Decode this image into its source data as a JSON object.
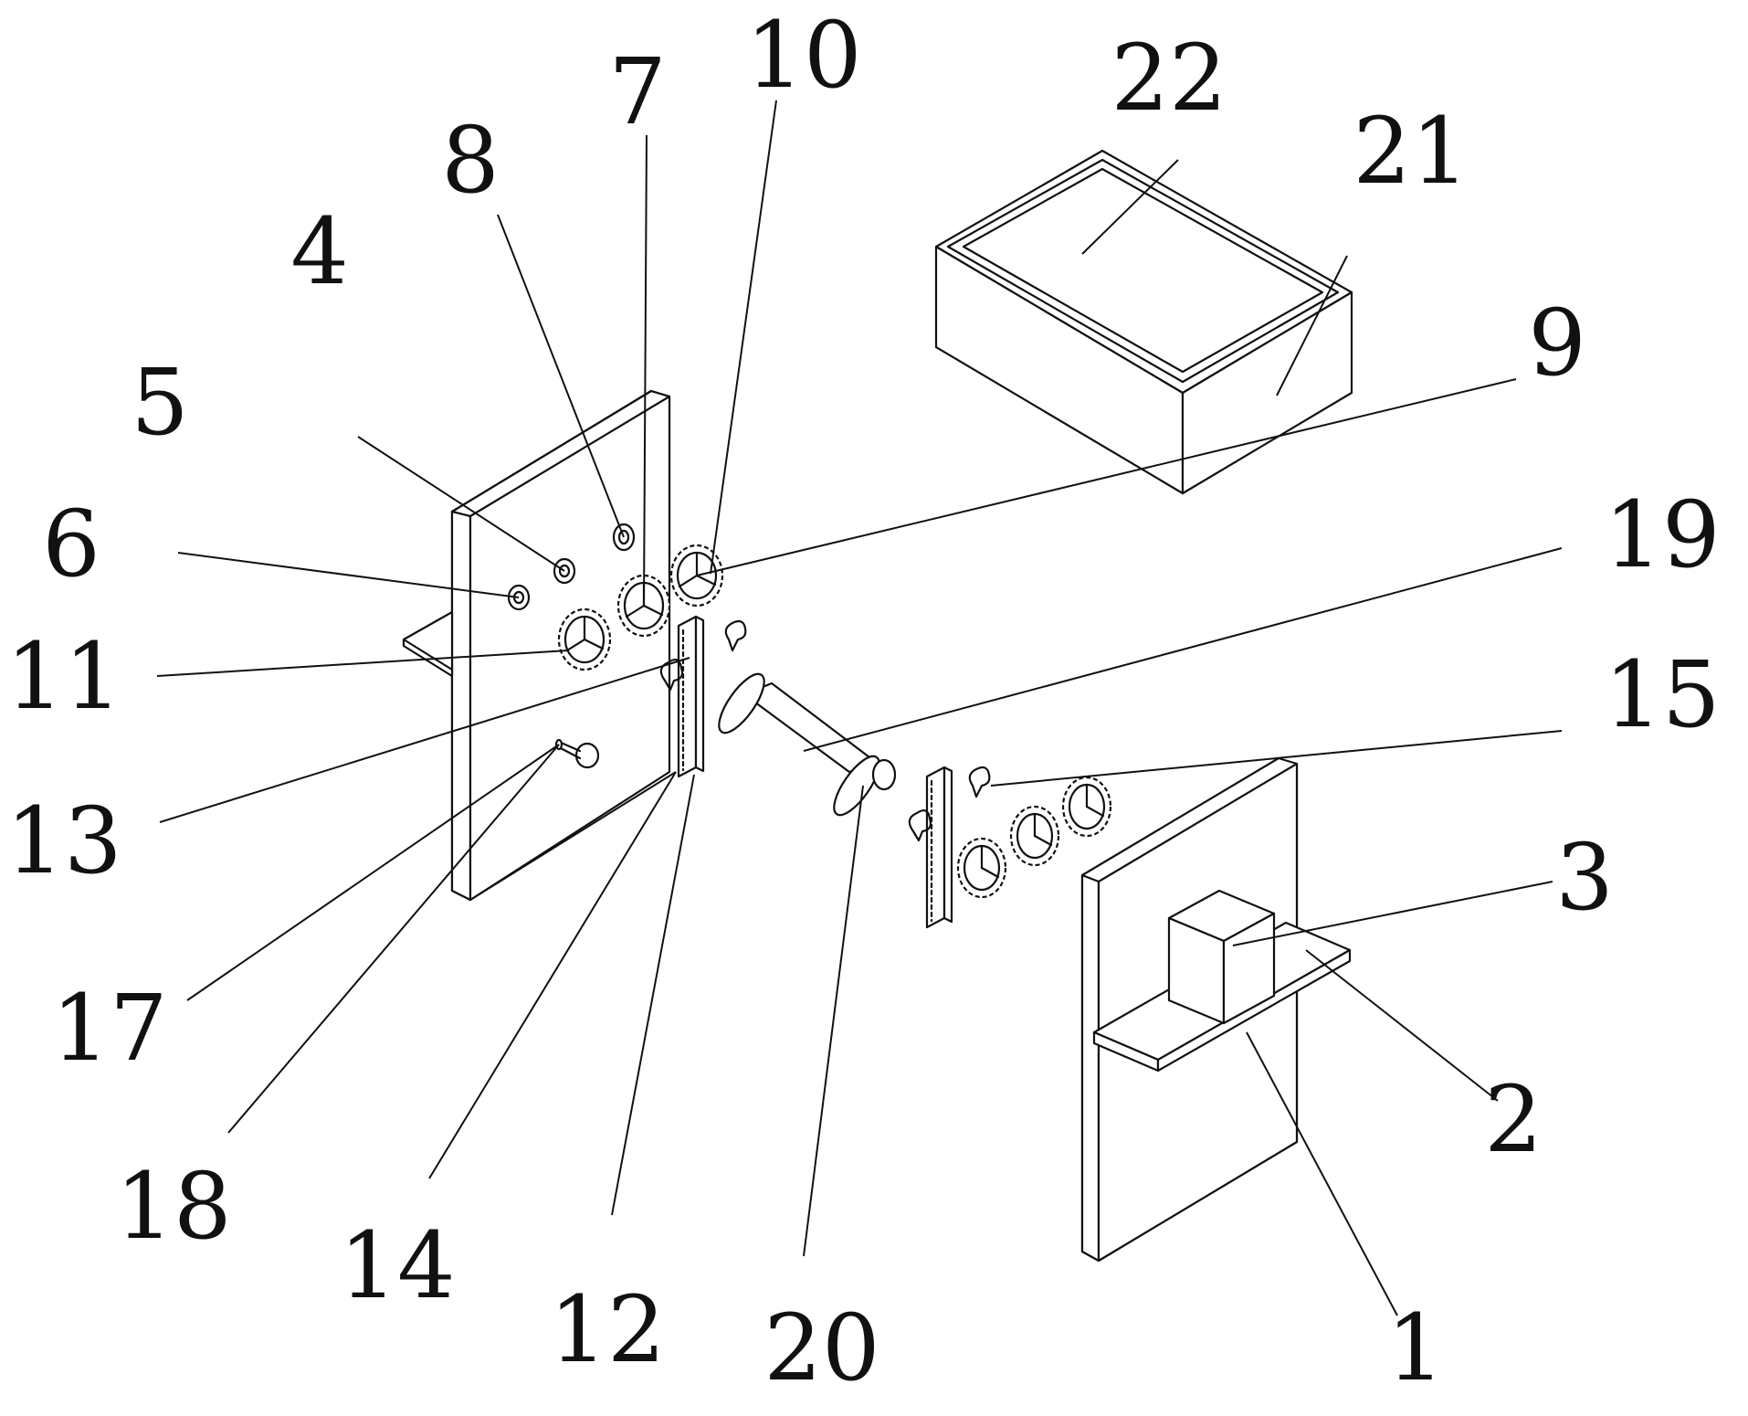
{
  "diagram": {
    "labels": [
      {
        "id": "1",
        "text": "1"
      },
      {
        "id": "2",
        "text": "2"
      },
      {
        "id": "3",
        "text": "3"
      },
      {
        "id": "4",
        "text": "4"
      },
      {
        "id": "5",
        "text": "5"
      },
      {
        "id": "6",
        "text": "6"
      },
      {
        "id": "7",
        "text": "7"
      },
      {
        "id": "8",
        "text": "8"
      },
      {
        "id": "9",
        "text": "9"
      },
      {
        "id": "10",
        "text": "10"
      },
      {
        "id": "11",
        "text": "11"
      },
      {
        "id": "12",
        "text": "12"
      },
      {
        "id": "13",
        "text": "13"
      },
      {
        "id": "14",
        "text": "14"
      },
      {
        "id": "15",
        "text": "15"
      },
      {
        "id": "17",
        "text": "17"
      },
      {
        "id": "18",
        "text": "18"
      },
      {
        "id": "19",
        "text": "19"
      },
      {
        "id": "20",
        "text": "20"
      },
      {
        "id": "21",
        "text": "21"
      },
      {
        "id": "22",
        "text": "22"
      }
    ]
  }
}
